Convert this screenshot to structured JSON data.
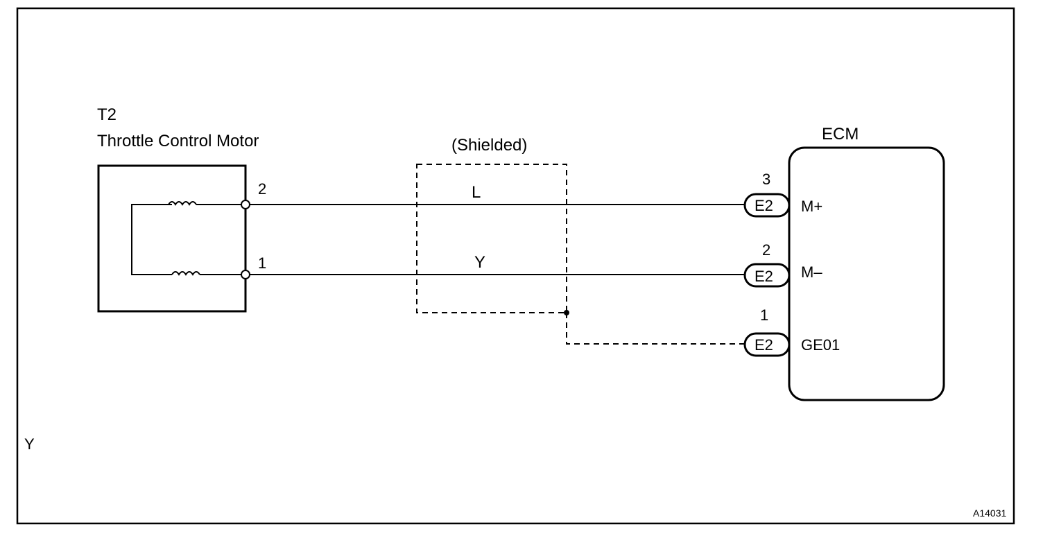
{
  "component": {
    "code": "T2",
    "name": "Throttle Control Motor",
    "pins": [
      "2",
      "1"
    ]
  },
  "shield": {
    "label": "(Shielded)"
  },
  "wires": [
    {
      "color_code": "L"
    },
    {
      "color_code": "Y"
    }
  ],
  "ecm": {
    "title": "ECM",
    "terminals": [
      {
        "pin": "3",
        "connector": "E2",
        "signal": "M+"
      },
      {
        "pin": "2",
        "connector": "E2",
        "signal": "M–"
      },
      {
        "pin": "1",
        "connector": "E2",
        "signal": "GE01"
      }
    ]
  },
  "stray_mark": "Y",
  "figure_id": "A14031",
  "colors": {
    "ink": "#000000",
    "paper": "#ffffff"
  }
}
